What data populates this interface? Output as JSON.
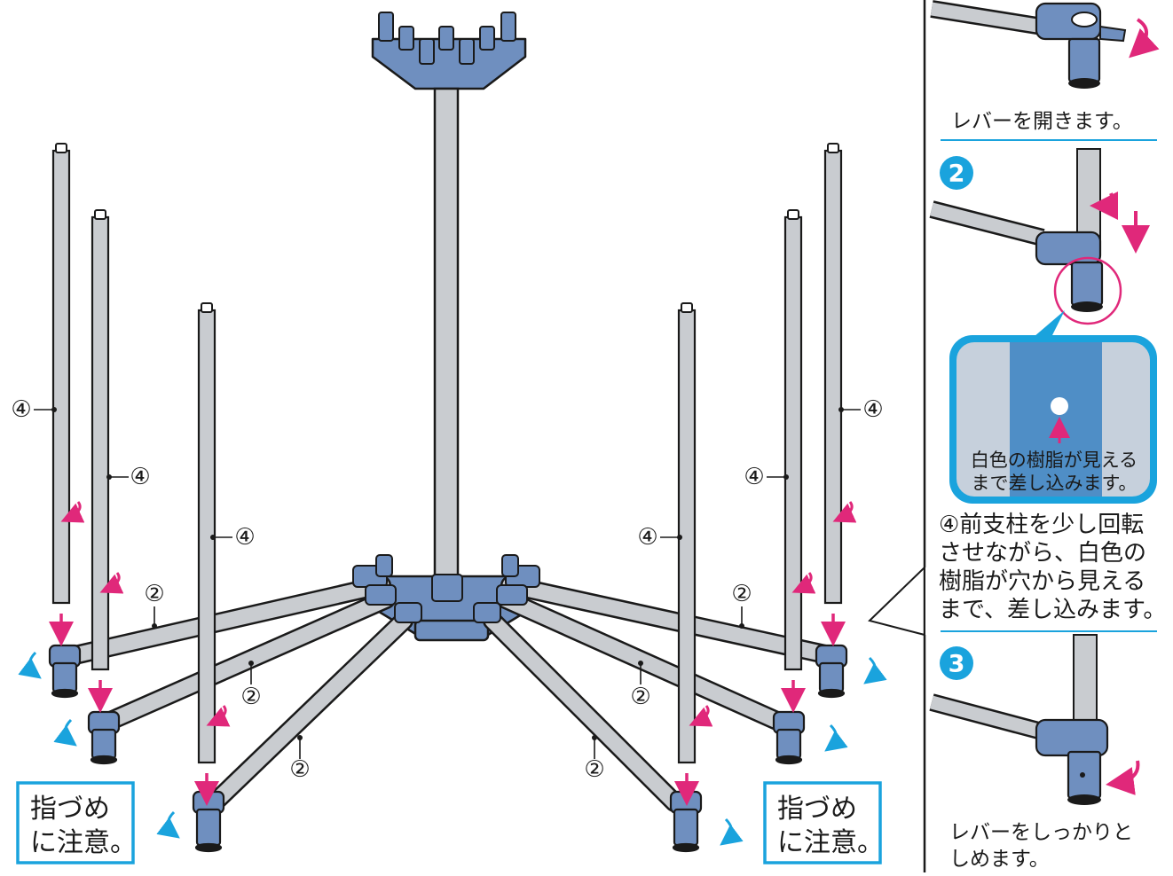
{
  "part_number": "④",
  "arm_number": "②",
  "warning": {
    "line1": "指づめ",
    "line2": "に注意。"
  },
  "panel": {
    "step1": {
      "caption": "レバーを開きます。"
    },
    "step2": {
      "badge": "❷",
      "zoom_caption_1": "白色の樹脂が見える",
      "zoom_caption_2": "まで差し込みます。",
      "note": [
        "④前支柱を少し回転",
        "させながら、白色の",
        "樹脂が穴から見える",
        "まで、差し込みます。"
      ]
    },
    "step3": {
      "badge": "❸",
      "caption": [
        "レバーをしっかりと",
        "しめます。"
      ]
    }
  },
  "colors": {
    "pole_gray": "#c9ccd0",
    "joint_blue": "#6f8fbf",
    "arrow_magenta": "#e0287a",
    "accent_cyan": "#1aa3dd",
    "outline": "#1a1a1a"
  }
}
